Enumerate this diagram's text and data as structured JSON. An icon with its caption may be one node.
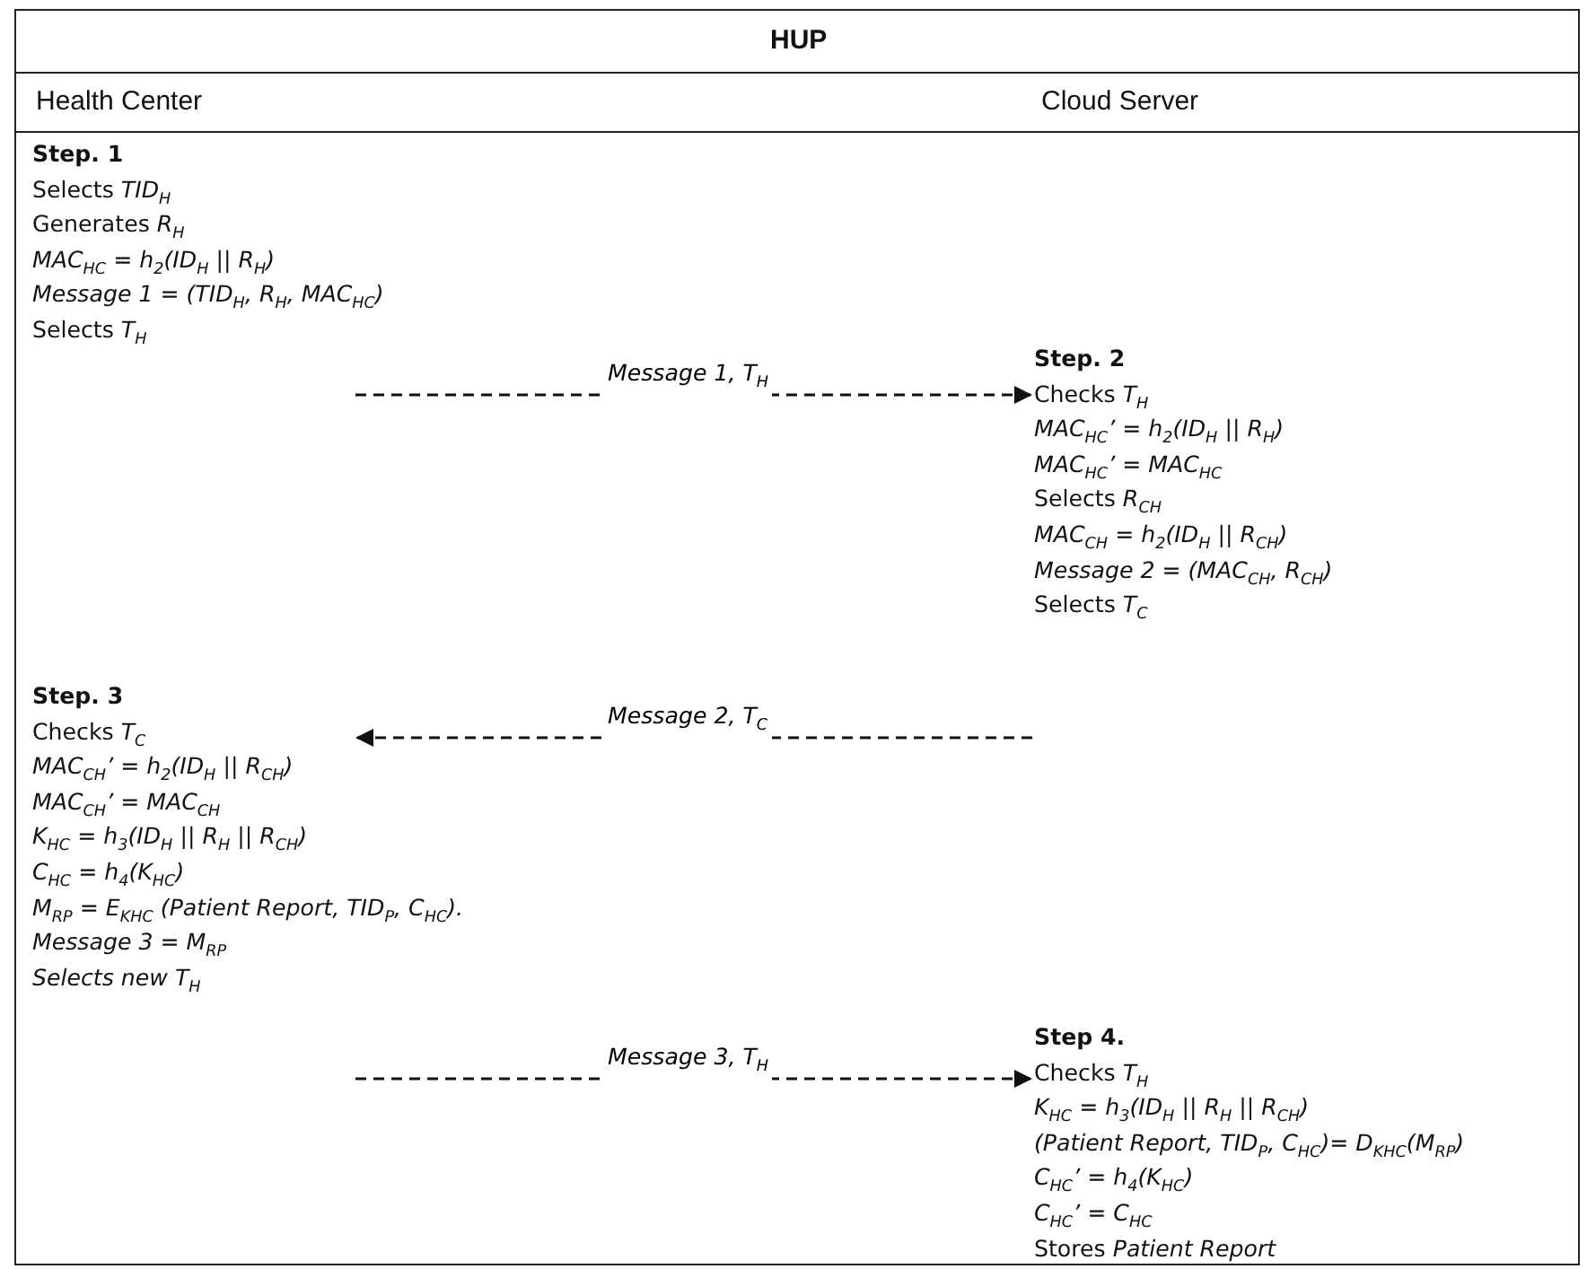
{
  "diagram": {
    "title": "HUP",
    "nodes": [
      {
        "text": [
          "Step. 1",
          "Selects *TID*$_{H}$",
          "Generates *R*$_{H}$",
          "*MAC*$_{HC}$ *= h*$_{2}$*(ID*$_{H}$ *|| R*$_{H}$*)*",
          "*Message 1 = (TID*$_{H}$*, R*$_{H}$*, MAC*$_{HC}$*)*",
          "Selects *T*$_{H}$"
        ]
      },
      {
        "text": [
          "Step. 2",
          "Checks *T*$_{H}$",
          "*MAC*$_{HC}$*’ = h*$_{2}$*(ID*$_{H}$ *|| R*$_{H}$*)*",
          "*MAC*$_{HC}$*’ = MAC*$_{HC}$",
          "Selects *R*$_{CH}$",
          "*MAC*$_{CH}$ *= h*$_{2}$*(ID*$_{H}$ *|| R*$_{CH}$*)*",
          "*Message 2 = (MAC*$_{CH}$*, R*$_{CH}$*)*",
          "Selects *T*$_{C}$"
        ]
      },
      {
        "text": [
          "Step. 3",
          "Checks *T*$_{C}$",
          "*MAC*$_{CH}$*’ = h*$_{2}$*(ID*$_{H}$ *|| R*$_{CH}$*)*",
          "*MAC*$_{CH}$*’ = MAC*$_{CH}$",
          "*K*$_{HC}$ *= h*$_{3}$*(ID*$_{H}$ *|| R*$_{H}$ *|| R*$_{CH}$*)*",
          "*C*$_{HC}$ *= h*$_{4}$*(K*$_{HC}$*)*",
          "*M*$_{RP}$ *= E*$_{KHC}$ *(Patient Report, TID*$_{P}$*, C*$_{HC}$*).*",
          "*Message 3 = M*$_{RP}$",
          "*Selects new T*$_{H}$"
        ]
      },
      {
        "text": [
          "Step 4.",
          "Checks *T*$_{H}$",
          "*K*$_{HC}$ *= h*$_{3}$*(ID*$_{H}$ *|| R*$_{H}$ *|| R*$_{CH}$*)*",
          "*(Patient Report, TID*$_{P}$*, C*$_{HC}$*)= D*$_{KHC}$*(M*$_{RP}$*)*",
          "*C*$_{HC}$*’ = h*$_{4}$*(K*$_{HC}$*)*",
          "*C*$_{HC}$*’ = C*$_{HC}$",
          "Stores *Patient Report*"
        ]
      }
    ],
    "edges": [
      {
        "from": 0,
        "to": 1,
        "arrow": "to",
        "style": "dashed",
        "label": "*Message 1, T*$_{H}$"
      },
      {
        "from": 1,
        "to": 2,
        "arrow": "to",
        "style": "dashed",
        "label": "*Message 2, T*$_{C}$"
      },
      {
        "from": 2,
        "to": 3,
        "arrow": "to",
        "style": "dashed",
        "label": "*Message 3, T*$_{H}$"
      }
    ],
    "labels": [
      "Health Center",
      "Cloud Server"
    ]
  }
}
